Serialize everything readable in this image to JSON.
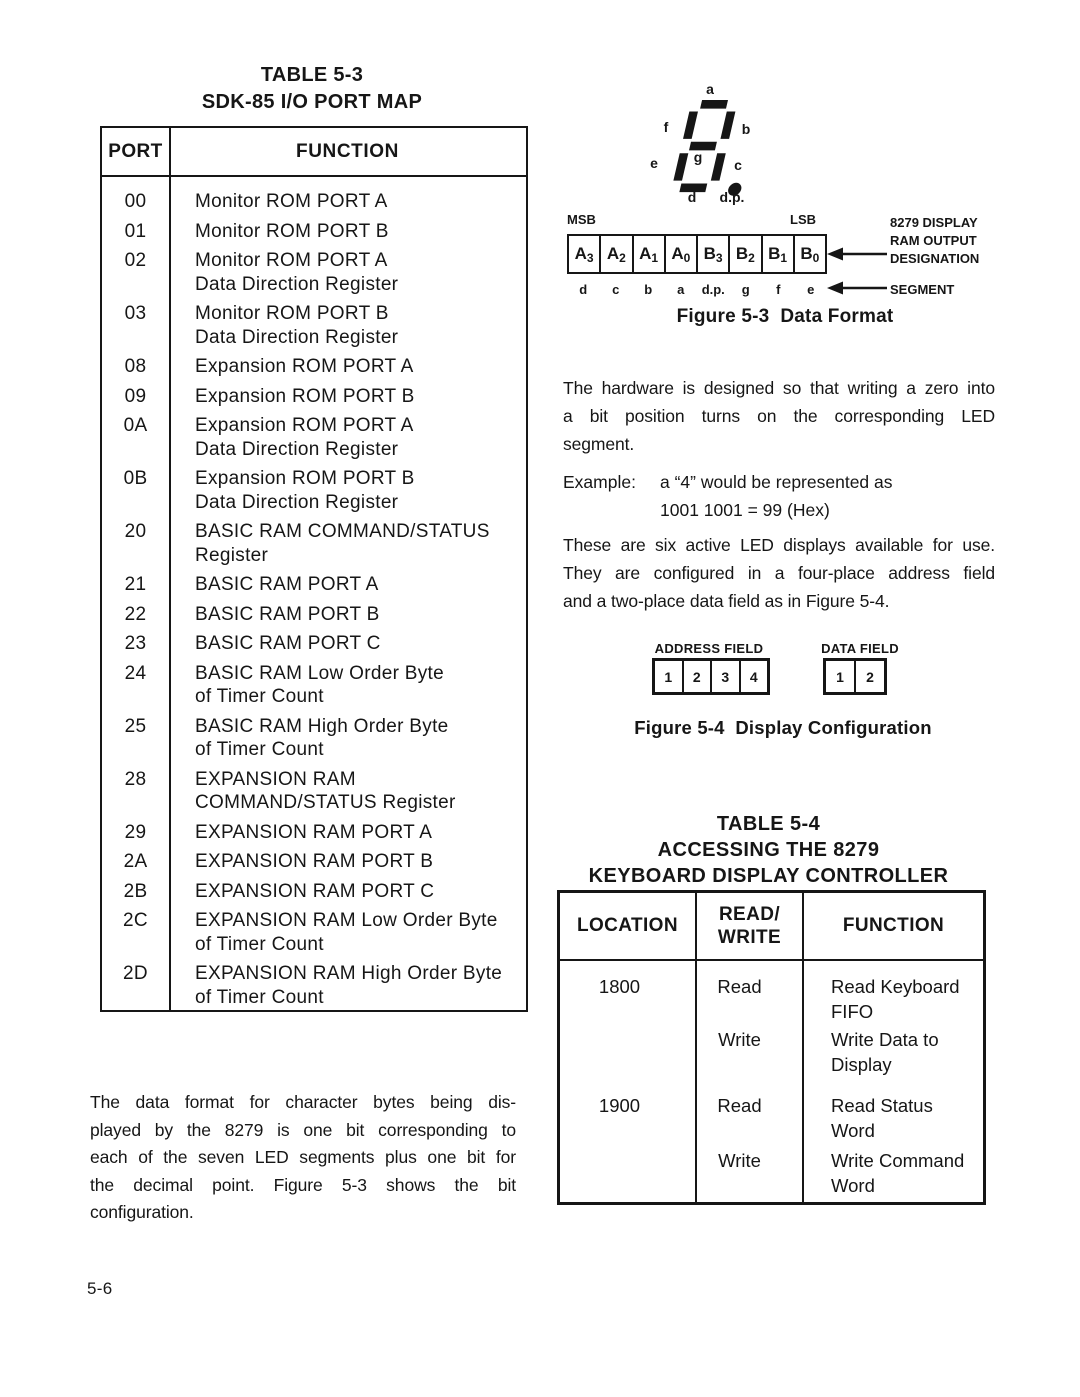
{
  "colors": {
    "ink": "#161616",
    "paper": "#ffffff"
  },
  "page": {
    "number": "5-6"
  },
  "table53": {
    "title1": "TABLE 5-3",
    "title2": "SDK-85 I/O PORT MAP",
    "headers": [
      "PORT",
      "FUNCTION"
    ],
    "rows": [
      {
        "port": "00",
        "function": [
          "Monitor ROM PORT A"
        ]
      },
      {
        "port": "01",
        "function": [
          "Monitor ROM PORT B"
        ]
      },
      {
        "port": "02",
        "function": [
          "Monitor ROM PORT A",
          "Data Direction Register"
        ]
      },
      {
        "port": "03",
        "function": [
          "Monitor ROM PORT B",
          "Data Direction Register"
        ]
      },
      {
        "port": "08",
        "function": [
          "Expansion ROM PORT A"
        ]
      },
      {
        "port": "09",
        "function": [
          "Expansion ROM PORT B"
        ]
      },
      {
        "port": "0A",
        "function": [
          "Expansion ROM PORT A",
          "Data Direction Register"
        ]
      },
      {
        "port": "0B",
        "function": [
          "Expansion ROM PORT B",
          "Data Direction Register"
        ]
      },
      {
        "port": "20",
        "function": [
          "BASIC RAM COMMAND/STATUS",
          "Register"
        ]
      },
      {
        "port": "21",
        "function": [
          "BASIC RAM PORT A"
        ]
      },
      {
        "port": "22",
        "function": [
          "BASIC RAM PORT B"
        ]
      },
      {
        "port": "23",
        "function": [
          "BASIC RAM PORT C"
        ]
      },
      {
        "port": "24",
        "function": [
          "BASIC RAM Low Order Byte",
          "of Timer Count"
        ]
      },
      {
        "port": "25",
        "function": [
          "BASIC RAM High Order Byte",
          "of Timer Count"
        ]
      },
      {
        "port": "28",
        "function": [
          "EXPANSION RAM",
          "COMMAND/STATUS Register"
        ]
      },
      {
        "port": "29",
        "function": [
          "EXPANSION RAM PORT A"
        ]
      },
      {
        "port": "2A",
        "function": [
          "EXPANSION RAM PORT B"
        ]
      },
      {
        "port": "2B",
        "function": [
          "EXPANSION RAM PORT C"
        ]
      },
      {
        "port": "2C",
        "function": [
          "EXPANSION RAM Low Order Byte",
          "of Timer Count"
        ]
      },
      {
        "port": "2D",
        "function": [
          "EXPANSION RAM High Order Byte",
          "of Timer Count"
        ]
      }
    ]
  },
  "figure53": {
    "seg_letters": {
      "a": "a",
      "b": "b",
      "c": "c",
      "d": "d",
      "e": "e",
      "f": "f",
      "g": "g",
      "dp": "d.p."
    },
    "msb": "MSB",
    "lsb": "LSB",
    "cells": [
      {
        "main": "A",
        "sub": "3"
      },
      {
        "main": "A",
        "sub": "2"
      },
      {
        "main": "A",
        "sub": "1"
      },
      {
        "main": "A",
        "sub": "0"
      },
      {
        "main": "B",
        "sub": "3"
      },
      {
        "main": "B",
        "sub": "2"
      },
      {
        "main": "B",
        "sub": "1"
      },
      {
        "main": "B",
        "sub": "0"
      }
    ],
    "segment_labels": [
      "d",
      "c",
      "b",
      "a",
      "d.p.",
      "g",
      "f",
      "e"
    ],
    "designation": [
      "8279 DISPLAY",
      "RAM OUTPUT",
      "DESIGNATION"
    ],
    "segment_arrow_label": "SEGMENT",
    "caption": "Figure 5-3  Data Format"
  },
  "text": {
    "para1_lines": [
      "The hardware is designed so that writing a zero into",
      "a bit position turns on the corresponding LED",
      "segment."
    ],
    "example_label": "Example:",
    "example_lines": [
      "a “4” would be represented as",
      "1001 1001 = 99 (Hex)"
    ],
    "para2_lines": [
      "These are six active LED displays available for use.",
      "They are configured in a four-place address field",
      "and a two-place data field as in Figure 5-4."
    ],
    "bottom_lines": [
      "The data format for character bytes being dis-",
      "played by the 8279 is one bit corresponding to",
      "each of the seven LED segments plus one bit for",
      "the decimal point. Figure 5-3 shows the bit",
      "configuration."
    ]
  },
  "figure54": {
    "address_label": "ADDRESS FIELD",
    "data_label": "DATA FIELD",
    "address_cells": [
      "1",
      "2",
      "3",
      "4"
    ],
    "data_cells": [
      "1",
      "2"
    ],
    "caption": "Figure 5-4  Display Configuration"
  },
  "table54": {
    "title": [
      "TABLE 5-4",
      "ACCESSING THE 8279",
      "KEYBOARD DISPLAY CONTROLLER"
    ],
    "headers": {
      "location": "LOCATION",
      "rw": [
        "READ/",
        "WRITE"
      ],
      "function": "FUNCTION"
    },
    "rows": [
      {
        "location": "1800",
        "rw": "Read",
        "function": [
          "Read Keyboard",
          "FIFO"
        ]
      },
      {
        "location": "",
        "rw": "Write",
        "function": [
          "Write Data to",
          "Display"
        ]
      },
      {
        "location": "1900",
        "rw": "Read",
        "function": [
          "Read Status",
          "Word"
        ]
      },
      {
        "location": "",
        "rw": "Write",
        "function": [
          "Write Command",
          "Word"
        ]
      }
    ]
  }
}
